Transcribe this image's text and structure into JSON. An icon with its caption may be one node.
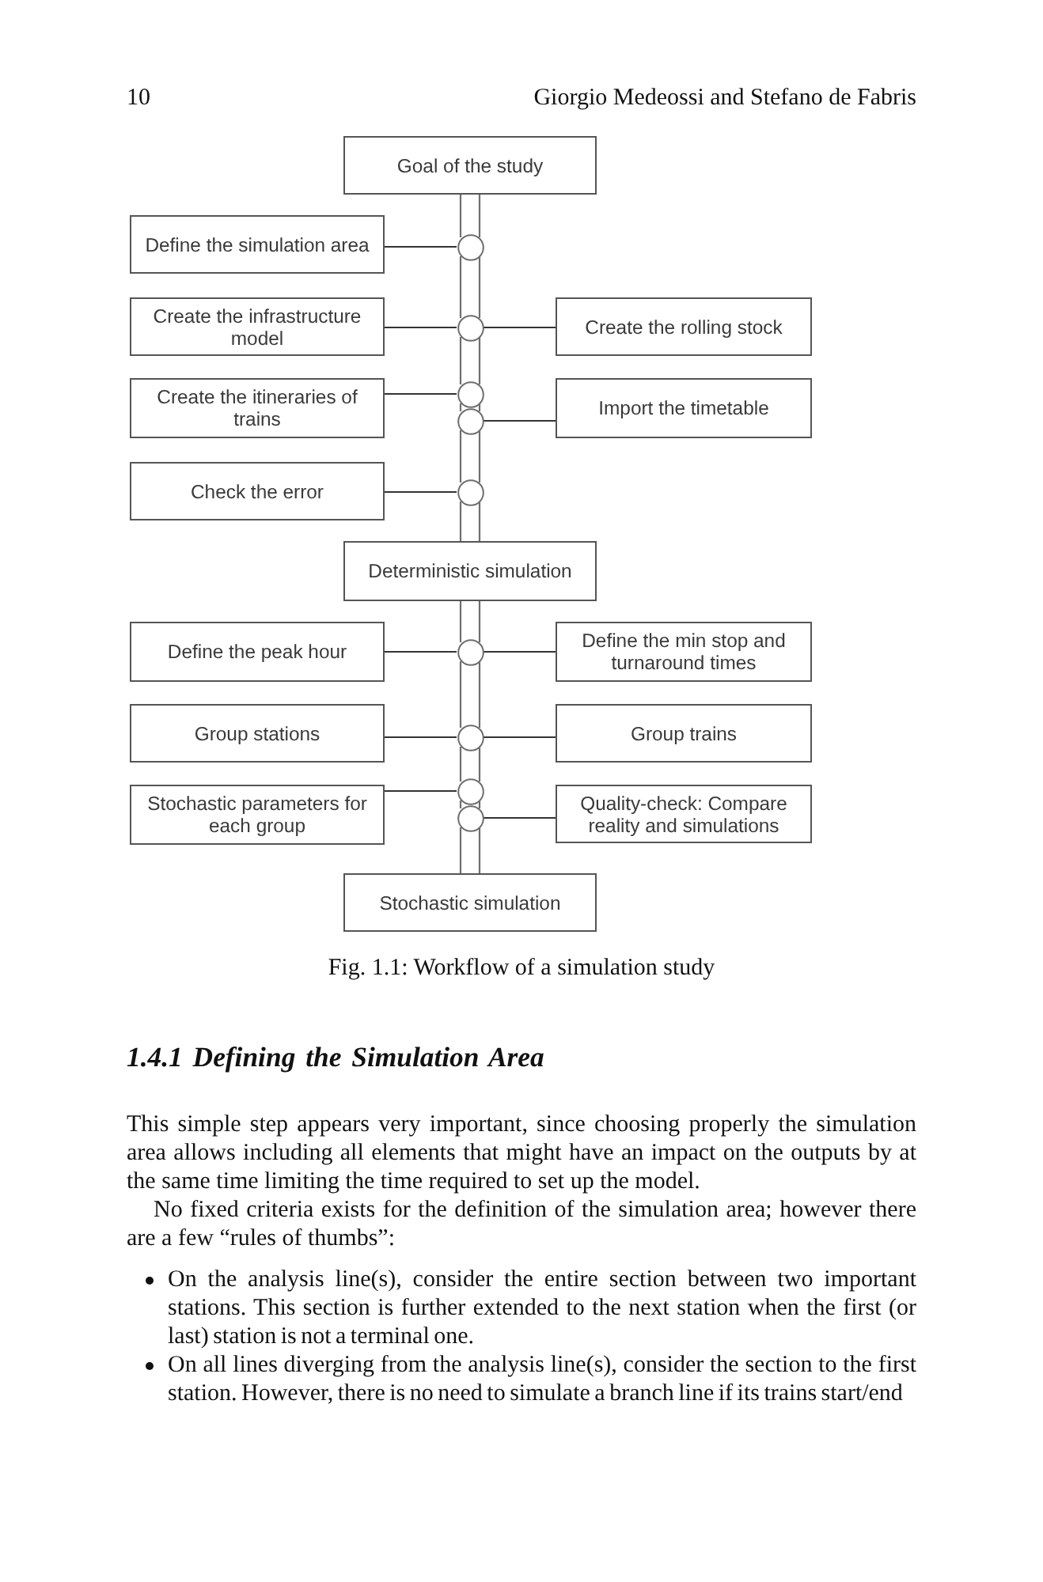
{
  "diagram": {
    "caption": "Fig. 1.1: Workflow of a simulation study",
    "nodes": [
      {
        "text": [
          "Goal of the study"
        ]
      },
      {
        "text": [
          "Define the simulation area"
        ]
      },
      {
        "text": [],
        "shape": "circle"
      },
      {
        "text": [
          "Create the infrastructure model"
        ]
      },
      {
        "text": [],
        "shape": "circle"
      },
      {
        "text": [
          "Create the rolling stock"
        ]
      },
      {
        "text": [
          "Create the itineraries of trains"
        ]
      },
      {
        "text": [],
        "shape": "circle"
      },
      {
        "text": [],
        "shape": "circle"
      },
      {
        "text": [
          "Import the timetable"
        ]
      },
      {
        "text": [
          "Check the error"
        ]
      },
      {
        "text": [],
        "shape": "circle"
      },
      {
        "text": [
          "Deterministic simulation"
        ]
      },
      {
        "text": [
          "Define the peak hour"
        ]
      },
      {
        "text": [],
        "shape": "circle"
      },
      {
        "text": [
          "Define the min stop and turnaround times"
        ]
      },
      {
        "text": [
          "Group stations"
        ]
      },
      {
        "text": [],
        "shape": "circle"
      },
      {
        "text": [
          "Group trains"
        ]
      },
      {
        "text": [
          "Stochastic parameters for each group"
        ]
      },
      {
        "text": [],
        "shape": "circle"
      },
      {
        "text": [],
        "shape": "circle"
      },
      {
        "text": [
          "Quality-check: Compare reality and simulations"
        ]
      },
      {
        "text": [
          "Stochastic simulation"
        ]
      }
    ],
    "edges": [
      {
        "from": 0,
        "to": 2,
        "arrow": "none"
      },
      {
        "from": 1,
        "to": 2,
        "arrow": "none"
      },
      {
        "from": 2,
        "to": 4,
        "arrow": "none"
      },
      {
        "from": 3,
        "to": 4,
        "arrow": "none"
      },
      {
        "from": 5,
        "to": 4,
        "arrow": "none"
      },
      {
        "from": 4,
        "to": 7,
        "arrow": "none"
      },
      {
        "from": 6,
        "to": 7,
        "arrow": "none"
      },
      {
        "from": 7,
        "to": 8,
        "arrow": "none"
      },
      {
        "from": 9,
        "to": 8,
        "arrow": "none"
      },
      {
        "from": 8,
        "to": 11,
        "arrow": "none"
      },
      {
        "from": 10,
        "to": 11,
        "arrow": "none"
      },
      {
        "from": 11,
        "to": 12,
        "arrow": "none"
      },
      {
        "from": 12,
        "to": 14,
        "arrow": "none"
      },
      {
        "from": 13,
        "to": 14,
        "arrow": "none"
      },
      {
        "from": 15,
        "to": 14,
        "arrow": "none"
      },
      {
        "from": 14,
        "to": 17,
        "arrow": "none"
      },
      {
        "from": 16,
        "to": 17,
        "arrow": "none"
      },
      {
        "from": 18,
        "to": 17,
        "arrow": "none"
      },
      {
        "from": 17,
        "to": 20,
        "arrow": "none"
      },
      {
        "from": 19,
        "to": 20,
        "arrow": "none"
      },
      {
        "from": 20,
        "to": 21,
        "arrow": "none"
      },
      {
        "from": 22,
        "to": 21,
        "arrow": "none"
      },
      {
        "from": 21,
        "to": 23,
        "arrow": "none"
      }
    ],
    "labels": [
      "10",
      "Giorgio Medeossi and Stefano de Fabris",
      "1.4.1 Defining the Simulation Area",
      "This simple step appears very important, since choosing properly the simulation area allows including all elements that might have an impact on the outputs by at the same time limiting the time required to set up the model.",
      "No fixed criteria exists for the definition of the simulation area; however there are a few “rules of thumbs”:",
      "On the analysis line(s), consider the entire section between two important stations. This section is further extended to the next station when the first (or last) station is not a terminal one.",
      "On all lines diverging from the analysis line(s), consider the section to the first station. However, there is no need to simulate a branch line if its trains start/end"
    ]
  }
}
